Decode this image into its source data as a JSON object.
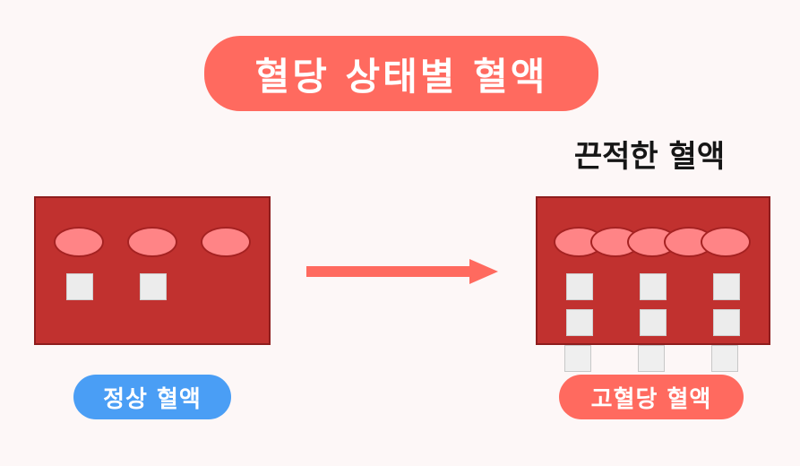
{
  "title": "혈당 상태별 혈액",
  "heading_right": "끈적한 혈액",
  "labels": {
    "normal": "정상 혈액",
    "high": "고혈당 혈액"
  },
  "colors": {
    "background": "#fdf7f7",
    "title_pill": "#ff6a5f",
    "normal_label": "#4a9ef5",
    "high_label": "#ff6a5f",
    "blood": "#c1312f",
    "blood_border": "#8e1d1d",
    "red_cell": "#ff8486",
    "particle": "#ececec",
    "arrow": "#ff6a5f"
  },
  "icons": {
    "arrow": "right-arrow-icon",
    "red_cell": "red-blood-cell-icon",
    "particle": "glucose-particle-icon"
  }
}
